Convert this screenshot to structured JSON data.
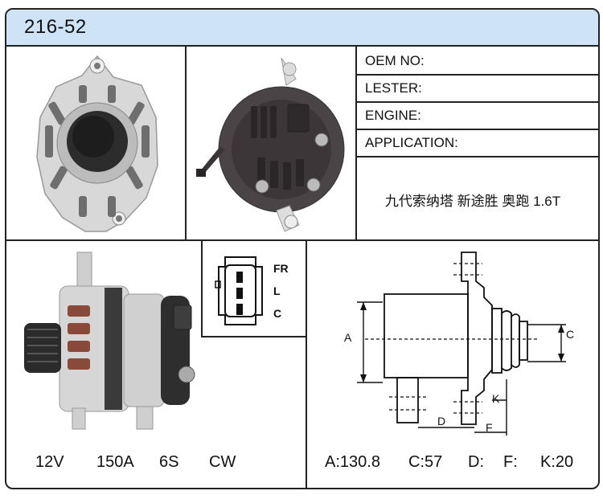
{
  "header": {
    "model": "216-52"
  },
  "info": {
    "oem_label": "OEM NO:",
    "lester_label": "LESTER:",
    "engine_label": "ENGINE:",
    "application_label": "APPLICATION:",
    "application_value": "九代索纳塔  新途胜  奥跑 1.6T"
  },
  "connector": {
    "pins": [
      "FR",
      "L",
      "C"
    ]
  },
  "drawing_labels": {
    "a": "A",
    "c": "C",
    "d": "D",
    "f": "F",
    "k": "K"
  },
  "specs": {
    "voltage": "12V",
    "amperage": "150A",
    "pulley": "6S",
    "rotation": "CW",
    "a": "A:130.8",
    "c": "C:57",
    "d": "D:",
    "f": "F:",
    "k": "K:20"
  },
  "colors": {
    "header_bg": "#cfe3f6",
    "border": "#222222"
  }
}
